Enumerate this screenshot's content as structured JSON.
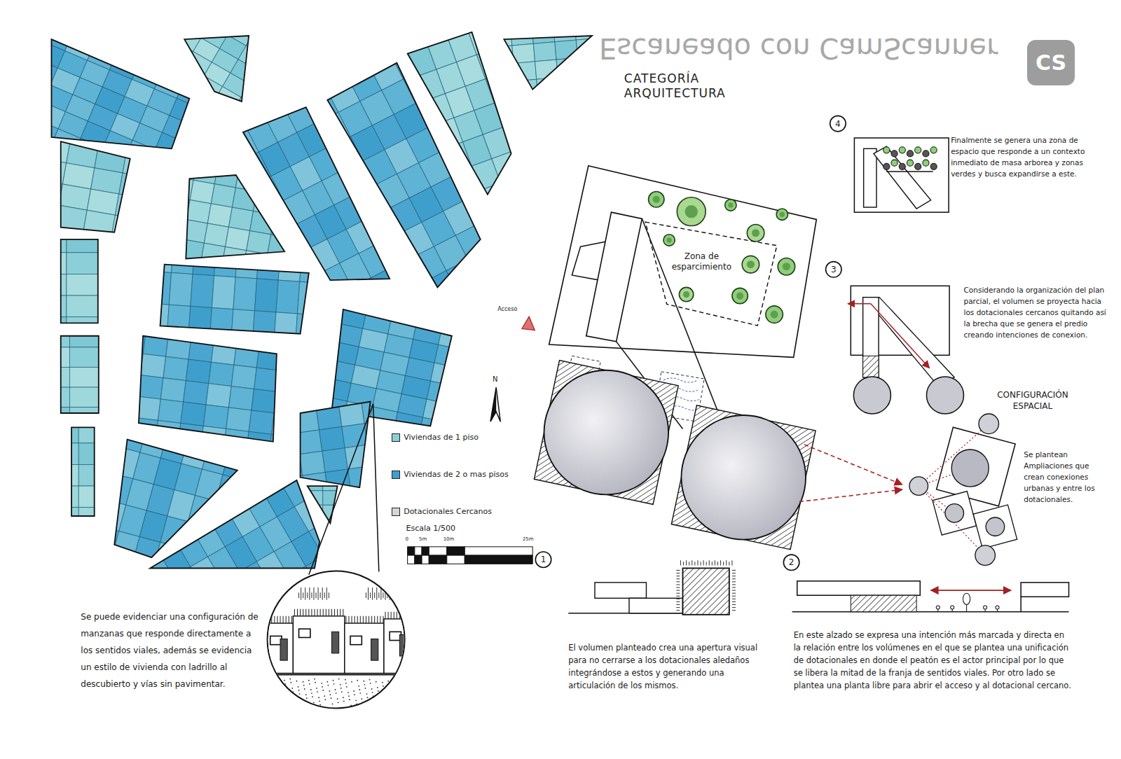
{
  "diagram": {
    "title": "CATEGORÍA ARQUITECTURA",
    "nodes": [
      {
        "text": [
          "Zona de esparcimiento"
        ]
      }
    ],
    "labels": [
      "Escaneado con CamScanner",
      "CS",
      "4",
      "Finalmente se genera una zona de espacio que responde a un contexto inmediato de masa arborea y zonas verdes y busca expandirse a este.",
      "3",
      "Considerando la organización del plan parcial, el volumen se proyecta hacia los dotacionales cercanos quitando así la brecha que se genera el predio creando intenciones de conexion.",
      "CONFIGURACIÓN ESPACIAL",
      "Se plantean Ampliaciones que crean conexiones urbanas y entre los dotacionales.",
      "Acceso",
      "N",
      "Escala 1/500",
      "0",
      "5m",
      "10m",
      "25m",
      "1",
      "2",
      "El volumen planteado crea una apertura visual para no cerrarse a los dotacionales aledaños integrándose a estos y generando una articulación de los mismos.",
      "En este alzado se expresa una intención más marcada y directa en la relación entre los volúmenes en el que se plantea una unificación de dotacionales en donde el peatón es el actor principal por lo que se libera la mitad de la franja de sentidos viales. Por otro lado se plantea una planta libre para abrir el acceso y al dotacional cercano.",
      "Se puede evidenciar una configuración de manzanas que responde directamente a los sentidos viales, además se evidencia un estilo de vivienda con ladrillo al descubierto y vías sin pavimentar."
    ],
    "legend": [
      {
        "text": "Viviendas de 1 piso",
        "color": "#8ccfd8"
      },
      {
        "text": "Viviendas de 2 o mas pisos",
        "color": "#3f9fcc"
      },
      {
        "text": "Dotacionales Cercanos",
        "color": "#d6d6da"
      }
    ]
  }
}
